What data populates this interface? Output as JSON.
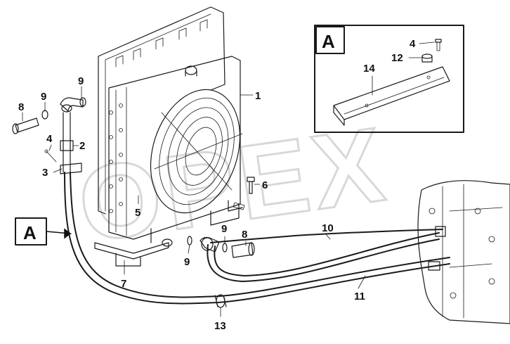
{
  "watermark": "OPEX",
  "detail_view": {
    "label": "A",
    "callouts": [
      "4",
      "12",
      "14"
    ]
  },
  "section_marker": "A",
  "callouts": {
    "c1": "1",
    "c2": "2",
    "c3": "3",
    "c4": "4",
    "c5": "5",
    "c6": "6",
    "c7": "7",
    "c8_left": "8",
    "c8_right": "8",
    "c9_top_left": "9",
    "c9_top": "9",
    "c9_bottom_left": "9",
    "c9_bottom": "9",
    "c10": "10",
    "c11": "11",
    "c13": "13"
  }
}
